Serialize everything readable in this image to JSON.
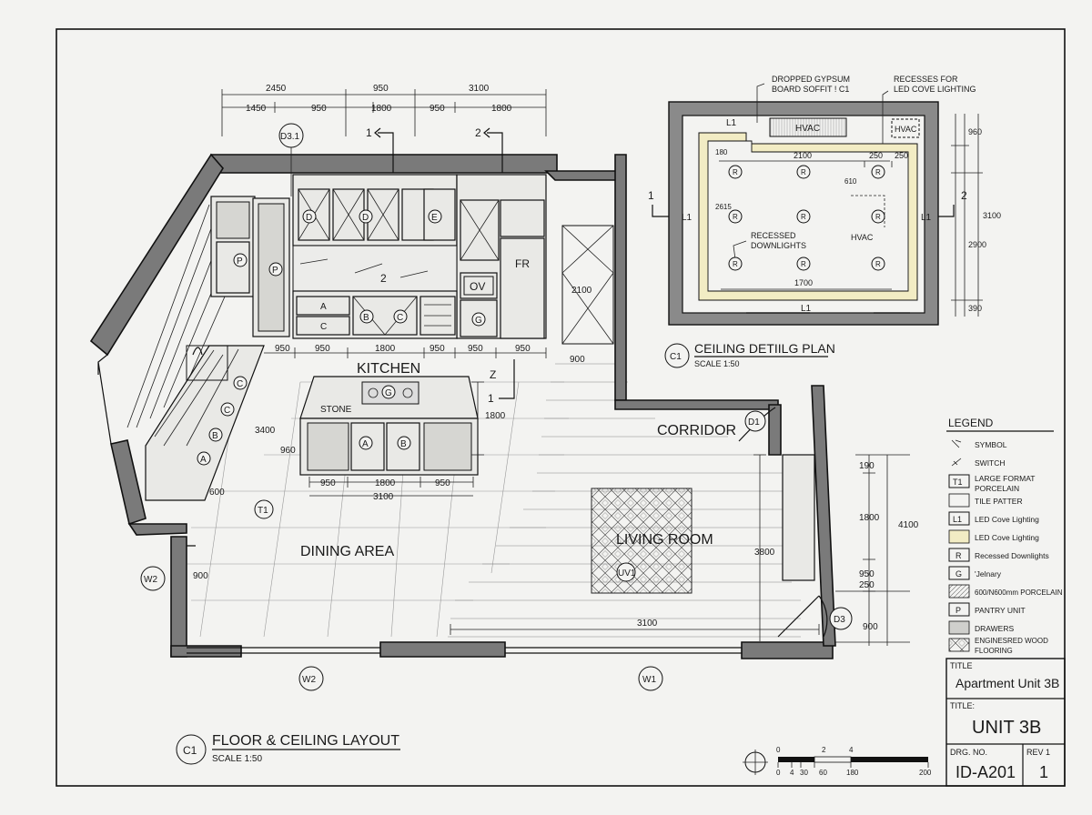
{
  "floor_plan": {
    "title": "FLOOR & CEILING LAYOUT",
    "scale": "SCALE 1:50",
    "ref": "C1",
    "rooms": {
      "kitchen": "KITCHEN",
      "dining": "DINING AREA",
      "living": "LIVING ROOM",
      "corridor": "CORRIDOR"
    },
    "top_dims_row1": [
      "2450",
      "950",
      "3100"
    ],
    "top_dims_row2": [
      "1450",
      "950",
      "1800",
      "950",
      "1800"
    ],
    "run_dims": [
      "950",
      "950",
      "1800",
      "950",
      "950",
      "950"
    ],
    "island_dims": [
      "950",
      "1800",
      "950"
    ],
    "island_total": "3100",
    "living_width": "3100",
    "right_dims": [
      "190",
      "1800",
      "950",
      "250",
      "4100"
    ],
    "misc_dims": {
      "door_height": "2100",
      "door_sill": "900",
      "island_depth": "1800",
      "left_run": "3400",
      "island_end": "960",
      "corner": "600",
      "living_depth": "3800",
      "w2_height": "900",
      "d3_width": "900"
    },
    "labels": {
      "d31": "D3.1",
      "fr": "FR",
      "ov": "OV",
      "stone": "STONE",
      "t1": "T1",
      "d1": "D1",
      "d3": "D3",
      "w1": "W1",
      "w2": "W2",
      "w2b": "W2",
      "uv1": "UV1",
      "two": "2",
      "sec1": "1",
      "sec2": "2",
      "sec1b": "1",
      "sec2b": "Z"
    },
    "cab_letters": {
      "upper1": "D",
      "upper2": "D",
      "upper3": "E",
      "pantry1": "P",
      "pantry2": "P",
      "baseA": "A",
      "baseC": "C",
      "baseB": "B",
      "baseC2": "C",
      "baseG": "G",
      "islA": "A",
      "islB": "B",
      "islG": "G",
      "leftC": "C",
      "leftC2": "C",
      "leftB": "B",
      "leftA": "A"
    }
  },
  "ceiling_plan": {
    "title": "CEILING DETIILG PLAN",
    "scale": "SCALE 1:50",
    "ref": "C1",
    "note1": [
      "DROPPED GYPSUM",
      "BOARD SOFFIT ! C1"
    ],
    "note2": [
      "RECESSES FOR",
      "LED COVE LIGHTING"
    ],
    "hvac": "HVAC",
    "hvac2": "HVAC",
    "hvac3": "HVAC",
    "downlights_note": [
      "RECESSED",
      "DOWNLIGHTS"
    ],
    "l1": "L1",
    "dims": {
      "w2100": "2100",
      "w250a": "250",
      "w250b": "250",
      "w1700": "1700",
      "h960": "960",
      "h3100": "3100",
      "h2900": "2900",
      "h390": "390",
      "v180": "180",
      "v610": "610",
      "v2615": "2615"
    },
    "sections": [
      "1",
      "2"
    ],
    "downlight_symbol": "R"
  },
  "legend": {
    "title": "LEGEND",
    "items": [
      {
        "key": "",
        "text": "SYMBOL",
        "icon": "symbol-icon"
      },
      {
        "key": "",
        "text": "SWITCH",
        "icon": "switch-icon"
      },
      {
        "key": "T1",
        "text": "LARGE FORMAT PORCELAIN"
      },
      {
        "key": "",
        "text": "TILE PATTER",
        "icon": "tile-swatch"
      },
      {
        "key": "L1",
        "text": "LED Cove Lighting"
      },
      {
        "key": "",
        "text": "LED Cove Lighting",
        "icon": "cove-swatch"
      },
      {
        "key": "R",
        "text": "Recessed Downlights"
      },
      {
        "key": "G",
        "text": "'Jelnary"
      },
      {
        "key": "",
        "text": "600/N600mm PORCELAIN",
        "icon": "porcelain-swatch"
      },
      {
        "key": "P",
        "text": "PANTRY UNIT"
      },
      {
        "key": "",
        "text": "DRAWERS",
        "icon": "drawers-swatch"
      },
      {
        "key": "",
        "text": "ENGINESRED WOOD FLOORING",
        "icon": "wood-swatch"
      }
    ]
  },
  "title_block": {
    "title_label": "TITLE",
    "project": "Apartment Unit 3B",
    "title_label2": "TITLE:",
    "sheet_title": "UNIT 3B",
    "drg_label": "DRG. NO.",
    "rev_label": "REV 1",
    "drg_no": "ID-A201",
    "rev": "1"
  },
  "scale_bar": {
    "top": [
      "0",
      "2",
      "4"
    ],
    "bottom": [
      "0",
      "4",
      "30",
      "60",
      "180",
      "200"
    ]
  },
  "colors": {
    "wall": "#7a7a7a",
    "cove": "#f2ecc4",
    "line": "#111111",
    "paper": "#f3f3f1"
  }
}
